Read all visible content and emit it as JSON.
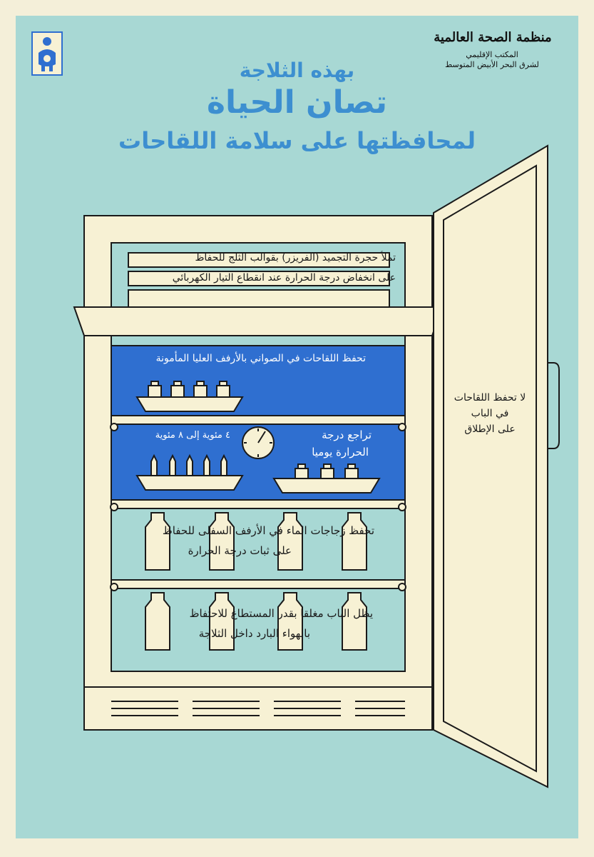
{
  "organization": {
    "name": "منظمة الصحة العالمية",
    "office_line1": "المكتب الإقليمي",
    "office_line2": "لشرق البحر الأبيض المتوسط"
  },
  "title": {
    "line1": "بهذه الثلاجة",
    "line2": "تصان الحياة",
    "line3": "لمحافظتها على سلامة اللقاحات"
  },
  "freezer": {
    "line1": "تملأ حجرة التجميد (الفريزر) بقوالب الثلج للحفاظ",
    "line2": "على انخفاض درجة الحرارة عند انقطاع التيار الكهربائي"
  },
  "shelf_top": {
    "text": "تحفظ اللقاحات في الصواني بالأرفف العليا المأمونة"
  },
  "shelf_middle": {
    "check_line1": "تراجع درجة",
    "check_line2": "الحرارة يوميا",
    "range": "٤ مئوية إلى ٨ مئوية"
  },
  "shelf_water": {
    "line1": "تحفظ زجاجات الماء في الأرفف السفلى للحفاظ",
    "line2": "على ثبات درجة الحرارة"
  },
  "shelf_bottom": {
    "line1": "يظل الباب مغلقا بقدر المستطاع للاحتفاظ",
    "line2": "بالهواء البارد داخل الثلاجة"
  },
  "door": {
    "line1": "لا تحفظ اللقاحات",
    "line2": "في الباب",
    "line3": "على الإطلاق"
  },
  "colors": {
    "background": "#a8d8d4",
    "border": "#f4efd9",
    "fridge_body": "#f7f1d4",
    "shelf_blue": "#2f6fd0",
    "title_blue": "#3d8fd0",
    "outline": "#1a1a1a"
  },
  "icons": {
    "logo": "mother-child-icon",
    "thermometer": "dial-thermometer-icon"
  }
}
